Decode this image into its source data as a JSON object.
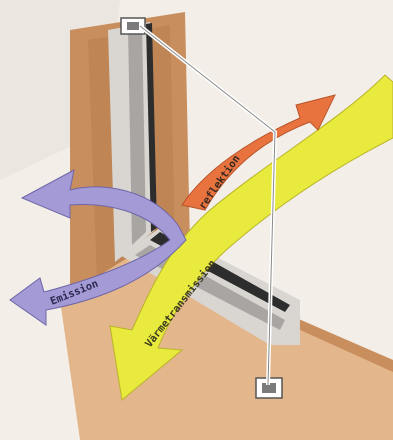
{
  "labels": {
    "reflection": "reflektion",
    "transmission": "Värmetransmission",
    "emission": "Emission"
  },
  "colors": {
    "background": "#f3efe8",
    "wall_edge": "#c78c5a",
    "sill": "#e2b48a",
    "frame": "#d9d6d2",
    "glass_dark": "#2e2d2e",
    "reflection_arrow": "#e9733f",
    "transmission_arrow": "#e8ea3d",
    "emission_arrow": "#a49bd6",
    "leader_line": "#ffffff"
  }
}
